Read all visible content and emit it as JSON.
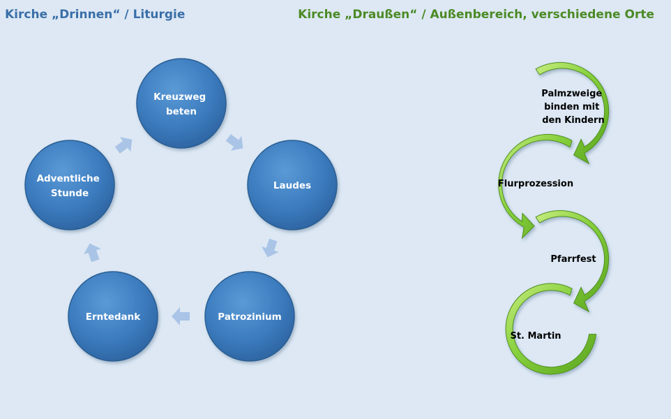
{
  "headings": {
    "left": "Kirche „Drinnen“ / Liturgie",
    "right": "Kirche „Draußen“ / Außenbereich, verschiedene Orte"
  },
  "cycle": {
    "nodes": [
      {
        "lines": [
          "Kreuzweg",
          "beten"
        ]
      },
      {
        "lines": [
          "Laudes"
        ]
      },
      {
        "lines": [
          "Patrozinium"
        ]
      },
      {
        "lines": [
          "Erntedank"
        ]
      },
      {
        "lines": [
          "Adventliche",
          "Stunde"
        ]
      }
    ]
  },
  "process": {
    "steps": [
      {
        "lines": [
          "Palmzweige",
          "binden mit",
          "den Kindern"
        ]
      },
      {
        "lines": [
          "Flurprozession"
        ]
      },
      {
        "lines": [
          "Pfarrfest"
        ]
      },
      {
        "lines": [
          "St. Martin"
        ]
      }
    ]
  },
  "colors": {
    "background": "#dde8f4",
    "node_fill": "#3c7cbf",
    "node_edge": "#2c5e93",
    "cycle_arrow": "#a9c4e6",
    "green_arrow": "#7fc739",
    "green_edge": "#4f8f1c",
    "heading_left": "#3a6fa8",
    "heading_right": "#4c8a26"
  }
}
